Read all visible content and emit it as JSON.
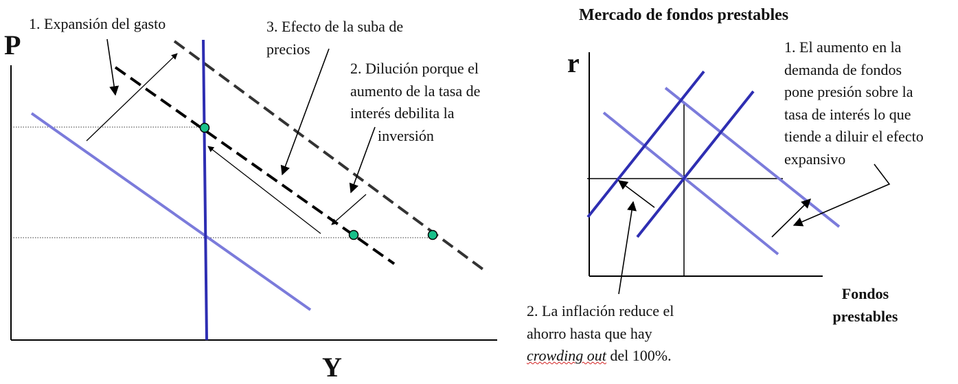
{
  "left_panel": {
    "axis_y_label": "P",
    "axis_x_label": "Y",
    "ann1": "1. Expansión del gasto",
    "ann3": [
      "3. Efecto de la suba de",
      "precios"
    ],
    "ann2": [
      "2. Dilución porque el",
      "aumento de la tasa de",
      "interés debilita la",
      "inversión"
    ]
  },
  "right_panel": {
    "title": "Mercado de fondos prestables",
    "axis_y_label": "r",
    "axis_x_label": [
      "Fondos",
      "prestables"
    ],
    "ann1": [
      "1. El aumento en la",
      "demanda de fondos",
      "pone presión sobre la",
      "tasa de interés lo que",
      "tiende a diluir el efecto",
      "expansivo"
    ],
    "ann2": [
      "2. La inflación reduce el",
      "ahorro hasta que hay"
    ],
    "ann2_last_italic": "crowding out",
    "ann2_last_rest": " del 100%."
  },
  "colors": {
    "light_blue": "#7b7bdb",
    "dark_blue": "#2e2eb2",
    "dark_gray": "#333333",
    "point_fill": "#18c08a"
  }
}
